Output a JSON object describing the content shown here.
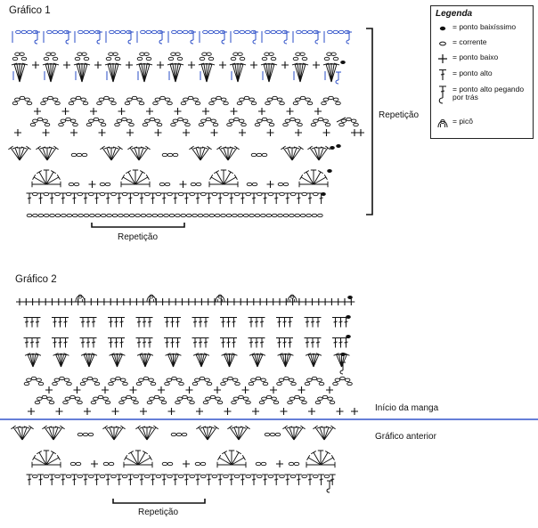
{
  "diagram": {
    "chart1_title": "Gráfico 1",
    "chart2_title": "Gráfico 2",
    "repeat_label_right": "Repetição",
    "repeat_label_bottom1": "Repetição",
    "repeat_label_bottom2": "Repetição",
    "sleeve_start_label": "Início da manga",
    "previous_chart_label": "Gráfico anterior",
    "separator_color": "#3355cc"
  },
  "legend": {
    "title": "Legenda",
    "items": [
      {
        "symbol": "slip-stitch-icon",
        "label": "= ponto baixíssimo"
      },
      {
        "symbol": "chain-icon",
        "label": "= corrente"
      },
      {
        "symbol": "single-crochet-icon",
        "label": "= ponto baixo"
      },
      {
        "symbol": "double-crochet-icon",
        "label": "= ponto alto"
      },
      {
        "symbol": "back-post-double-crochet-icon",
        "label": "= ponto alto pegando por trás"
      },
      {
        "symbol": "picot-icon",
        "label": "= picô"
      }
    ]
  },
  "colors": {
    "ink": "#111111",
    "highlight": "#2a4dc7"
  }
}
